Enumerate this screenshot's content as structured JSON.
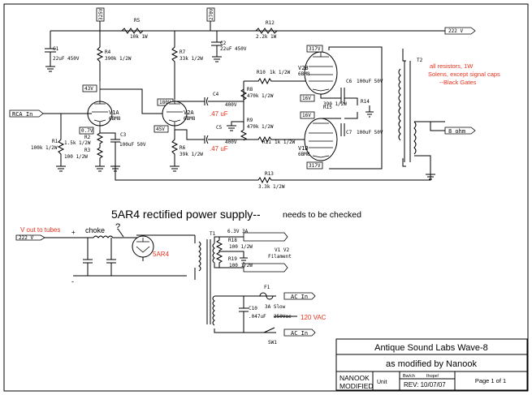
{
  "rails": {
    "v325": "325V",
    "v270": "270V",
    "v222": "222 V"
  },
  "parts": {
    "c1": "C1",
    "c1_val": "22uF 450V",
    "r5": "R5",
    "r5_val": "10k 1W",
    "r4": "R4",
    "r4_val": "390k 1/2W",
    "r7": "R7",
    "r7_val": "33k 1/2W",
    "c2": "C2",
    "c2_val": "22uF 450V",
    "r12": "R12",
    "r12_val": "2.2k 1W",
    "r10": "R10",
    "r10_val": "1k 1/2W",
    "r8": "R8",
    "r8_val": "470k 1/2W",
    "r9": "R9",
    "r9_val": "470k 1/2W",
    "r11": "R11",
    "r11_val": "1k 1/2W",
    "c4": "C4",
    "c4_val": "400V",
    "c4_new": ".47 uF",
    "c5": "C5",
    "c5_val": "400V",
    "c5_new": ".47 uF",
    "r1": "R1",
    "r1_val": "100k 1/2W",
    "r2": "R2",
    "r2_val": "1.5k 1/2W",
    "r3": "R3",
    "r3_val": "100 1/2W",
    "c3": "C3",
    "c3_val": "100uF 50V",
    "r6": "R6",
    "r6_val": "39k 1/2W",
    "r13": "R13",
    "r13_val": "3.3k 1/2W",
    "c6": "C6",
    "c6_val": "100uF 50V",
    "c7": "C7",
    "c7_val": "100uF 50V",
    "r15": "R15",
    "r15_val": "390 1/2W",
    "r14": "R14",
    "t2": "T2",
    "v1a": "V1A",
    "v1a_type": "6BM8",
    "v2a": "V2A",
    "v2a_type": "6BM8",
    "v2b": "V2B",
    "v2b_type": "6BM8",
    "v1b": "V1B",
    "v1b_type": "6BM8"
  },
  "node_tags": {
    "n43": "43V",
    "n180": "180V",
    "n317a": "317V",
    "n317b": "317V",
    "n16a": "16V",
    "n16b": "16V",
    "n0_7": "0.7V",
    "n45": "45V"
  },
  "input_label": "RCA In",
  "output_label": "8 ohm",
  "notes": [
    "all resistors, 1W",
    "Solens, except signal caps",
    "--Black Gates"
  ],
  "psu": {
    "heading": "5AR4 rectified power supply--",
    "heading_note": "needs to be checked",
    "v_out": "V out to tubes",
    "v_tag": "222 V",
    "plus": "+",
    "minus": "-",
    "choke": "choke",
    "choke_q": "?",
    "rect": "5AR4",
    "t1": "T1",
    "heater": "6.3V 3A",
    "r18": "R18",
    "r18_val": "100 1/2W",
    "r19": "R19",
    "r19_val": "100 1/2W",
    "filament": [
      "V1 V2",
      "Filament"
    ],
    "f1": "F1",
    "f1_val": "3A Slow",
    "c10": "C10",
    "c10_val": ".047uF",
    "c10_old": "250Vac",
    "c10_new": "120 VAC",
    "ac1": "AC In",
    "ac2": "AC In",
    "sw1": "SW1"
  },
  "title_block": {
    "title": "Antique Sound Labs Wave-8",
    "subtitle": "as modified by Nanook",
    "owner": [
      "NANOOK",
      "MODIFIED"
    ],
    "unit": "Unit",
    "draw": "Bw/ch",
    "approver": "Ihope!",
    "rev": "REV: 10/07/07",
    "page": "Page 1 of 1"
  }
}
